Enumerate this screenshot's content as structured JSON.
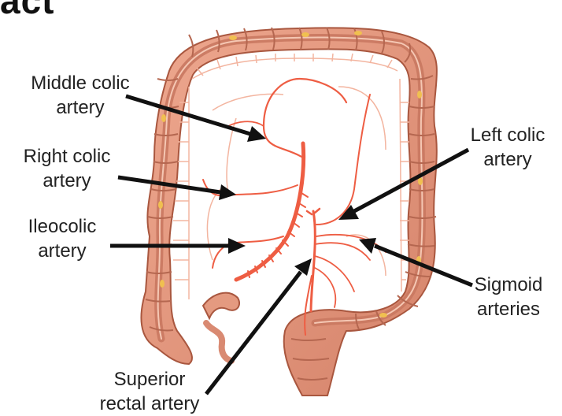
{
  "title_fragment": "act",
  "labels": {
    "middle_colic": [
      "Middle colic",
      "artery"
    ],
    "right_colic": [
      "Right colic",
      "artery"
    ],
    "ileocolic": [
      "Ileocolic",
      "artery"
    ],
    "left_colic": [
      "Left colic",
      "artery"
    ],
    "sigmoid": [
      "Sigmoid",
      "arteries"
    ],
    "superior_rectal": [
      "Superior",
      "rectal artery"
    ]
  },
  "colors": {
    "colon_fill": "#e0957c",
    "colon_dark": "#b4624c",
    "colon_light": "#f2bfa8",
    "artery": "#ee5d43",
    "arcade": "#f3b5a0",
    "fat": "#f0c050",
    "arrow": "#111111"
  }
}
